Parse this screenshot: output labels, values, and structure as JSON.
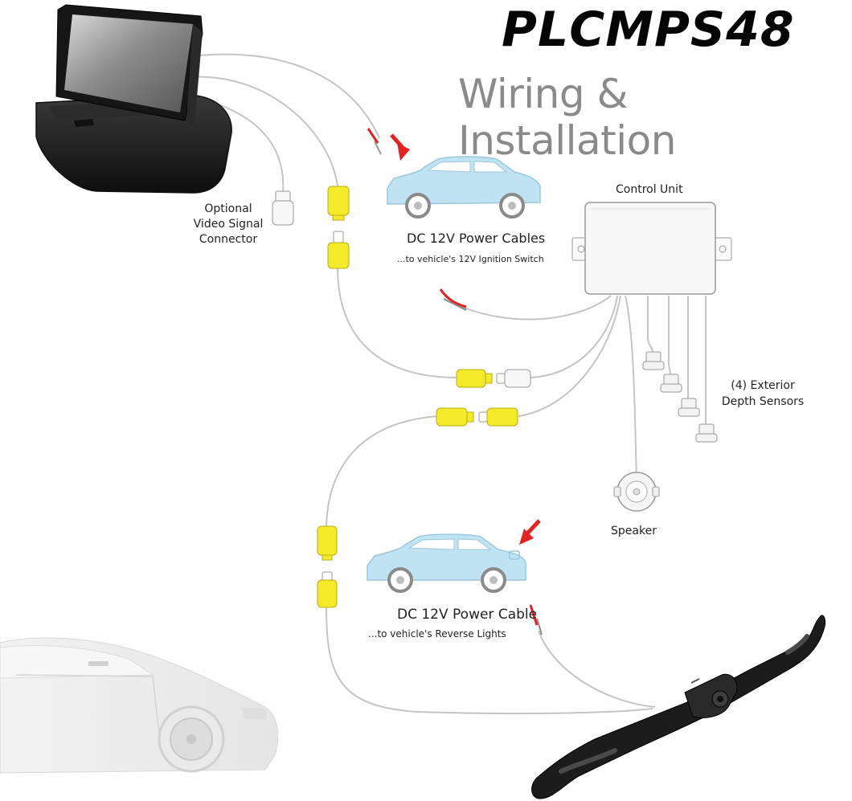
{
  "header": {
    "brand": "PLCMPS48",
    "subtitle": "Wiring & Installation"
  },
  "labels": {
    "video_connector": [
      "Optional",
      "Video Signal",
      "Connector"
    ],
    "power_cables_title": "DC 12V Power Cables",
    "power_cables_sub": "...to vehicle's 12V Ignition Switch",
    "control_unit": "Control Unit",
    "sensors": [
      "(4) Exterior",
      "Depth  Sensors"
    ],
    "speaker": "Speaker",
    "power_cable_title": "DC 12V Power Cable",
    "power_cable_sub": "...to vehicle's Reverse Lights"
  },
  "colors": {
    "wire": "#c4c4c4",
    "rca_yellow": "#f4e92a",
    "rca_white": "#f7f7f7",
    "car_fill": "#bfe3f3",
    "arrow_red": "#e02323",
    "device_black": "#1c1c1c"
  },
  "icons": [
    "monitor-icon",
    "car-icon",
    "control-unit-icon",
    "sensor-icon",
    "speaker-icon",
    "license-plate-camera-icon"
  ]
}
